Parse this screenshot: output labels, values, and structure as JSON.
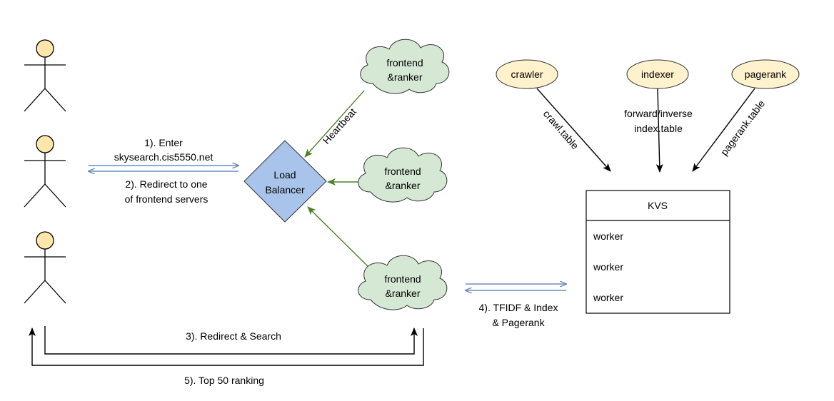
{
  "users": [
    "user",
    "user",
    "user"
  ],
  "load_balancer": {
    "line1": "Load",
    "line2": "Balancer"
  },
  "frontends": [
    {
      "line1": "frontend",
      "line2": "&ranker"
    },
    {
      "line1": "frontend",
      "line2": "&ranker"
    },
    {
      "line1": "frontend",
      "line2": "&ranker"
    }
  ],
  "jobs": {
    "crawler": "crawler",
    "indexer": "indexer",
    "pagerank": "pagerank"
  },
  "edge_labels": {
    "enter_line1": "1). Enter",
    "enter_line2": "skysearch.cis5550.net",
    "redirect_line1": "2). Redirect to one",
    "redirect_line2": "of frontend servers",
    "heartbeat": "Heartbeat",
    "redirect_search": "3). Redirect & Search",
    "tfidf_line1": "4). TFIDF & Index",
    "tfidf_line2": "& Pagerank",
    "top50": "5). Top 50 ranking",
    "crawl_table": "crawl.table",
    "forward_line1": "forward/inverse",
    "forward_line2": "index.table",
    "pagerank_table": "pagerank.table"
  },
  "kvs": {
    "title": "KVS",
    "workers": [
      "worker",
      "worker",
      "worker"
    ]
  },
  "colors": {
    "blue_arrow": "#6c8ebf",
    "green_arrow": "#4f7f2a",
    "diamond_fill": "#a9c4eb",
    "cloud_fill": "#d5e8d4",
    "ellipse_fill": "#fff2cc",
    "head_fill": "#ffe6aa"
  }
}
